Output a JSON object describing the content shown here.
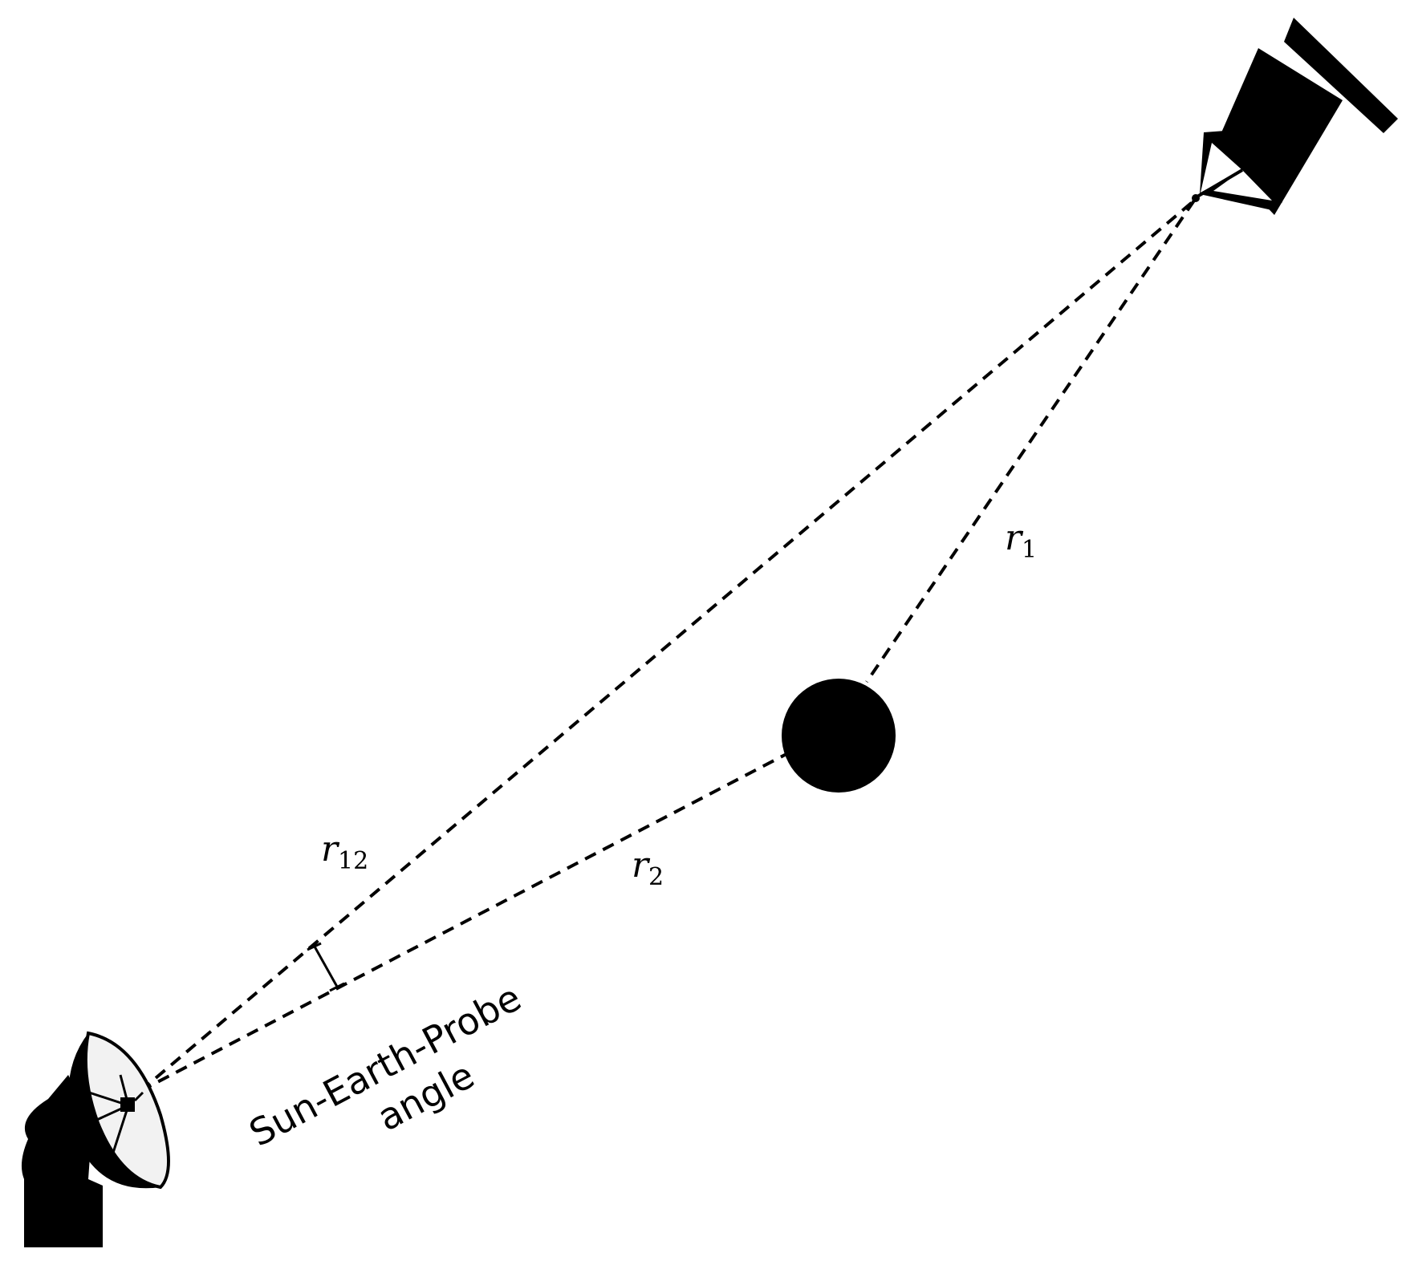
{
  "labels": {
    "r1": {
      "main": "r",
      "sub": "1"
    },
    "r2": {
      "main": "r",
      "sub": "2"
    },
    "r12": {
      "main": "r",
      "sub": "12"
    },
    "angle_line1": "Sun-Earth-Probe",
    "angle_line2": "angle"
  },
  "icons": {
    "antenna": "radio-telescope-dish-icon",
    "probe": "space-probe-icon",
    "sun": "sun-disc-icon"
  },
  "colors": {
    "ink": "#000000",
    "background": "#ffffff",
    "dish_face": "#f2f2f2"
  }
}
